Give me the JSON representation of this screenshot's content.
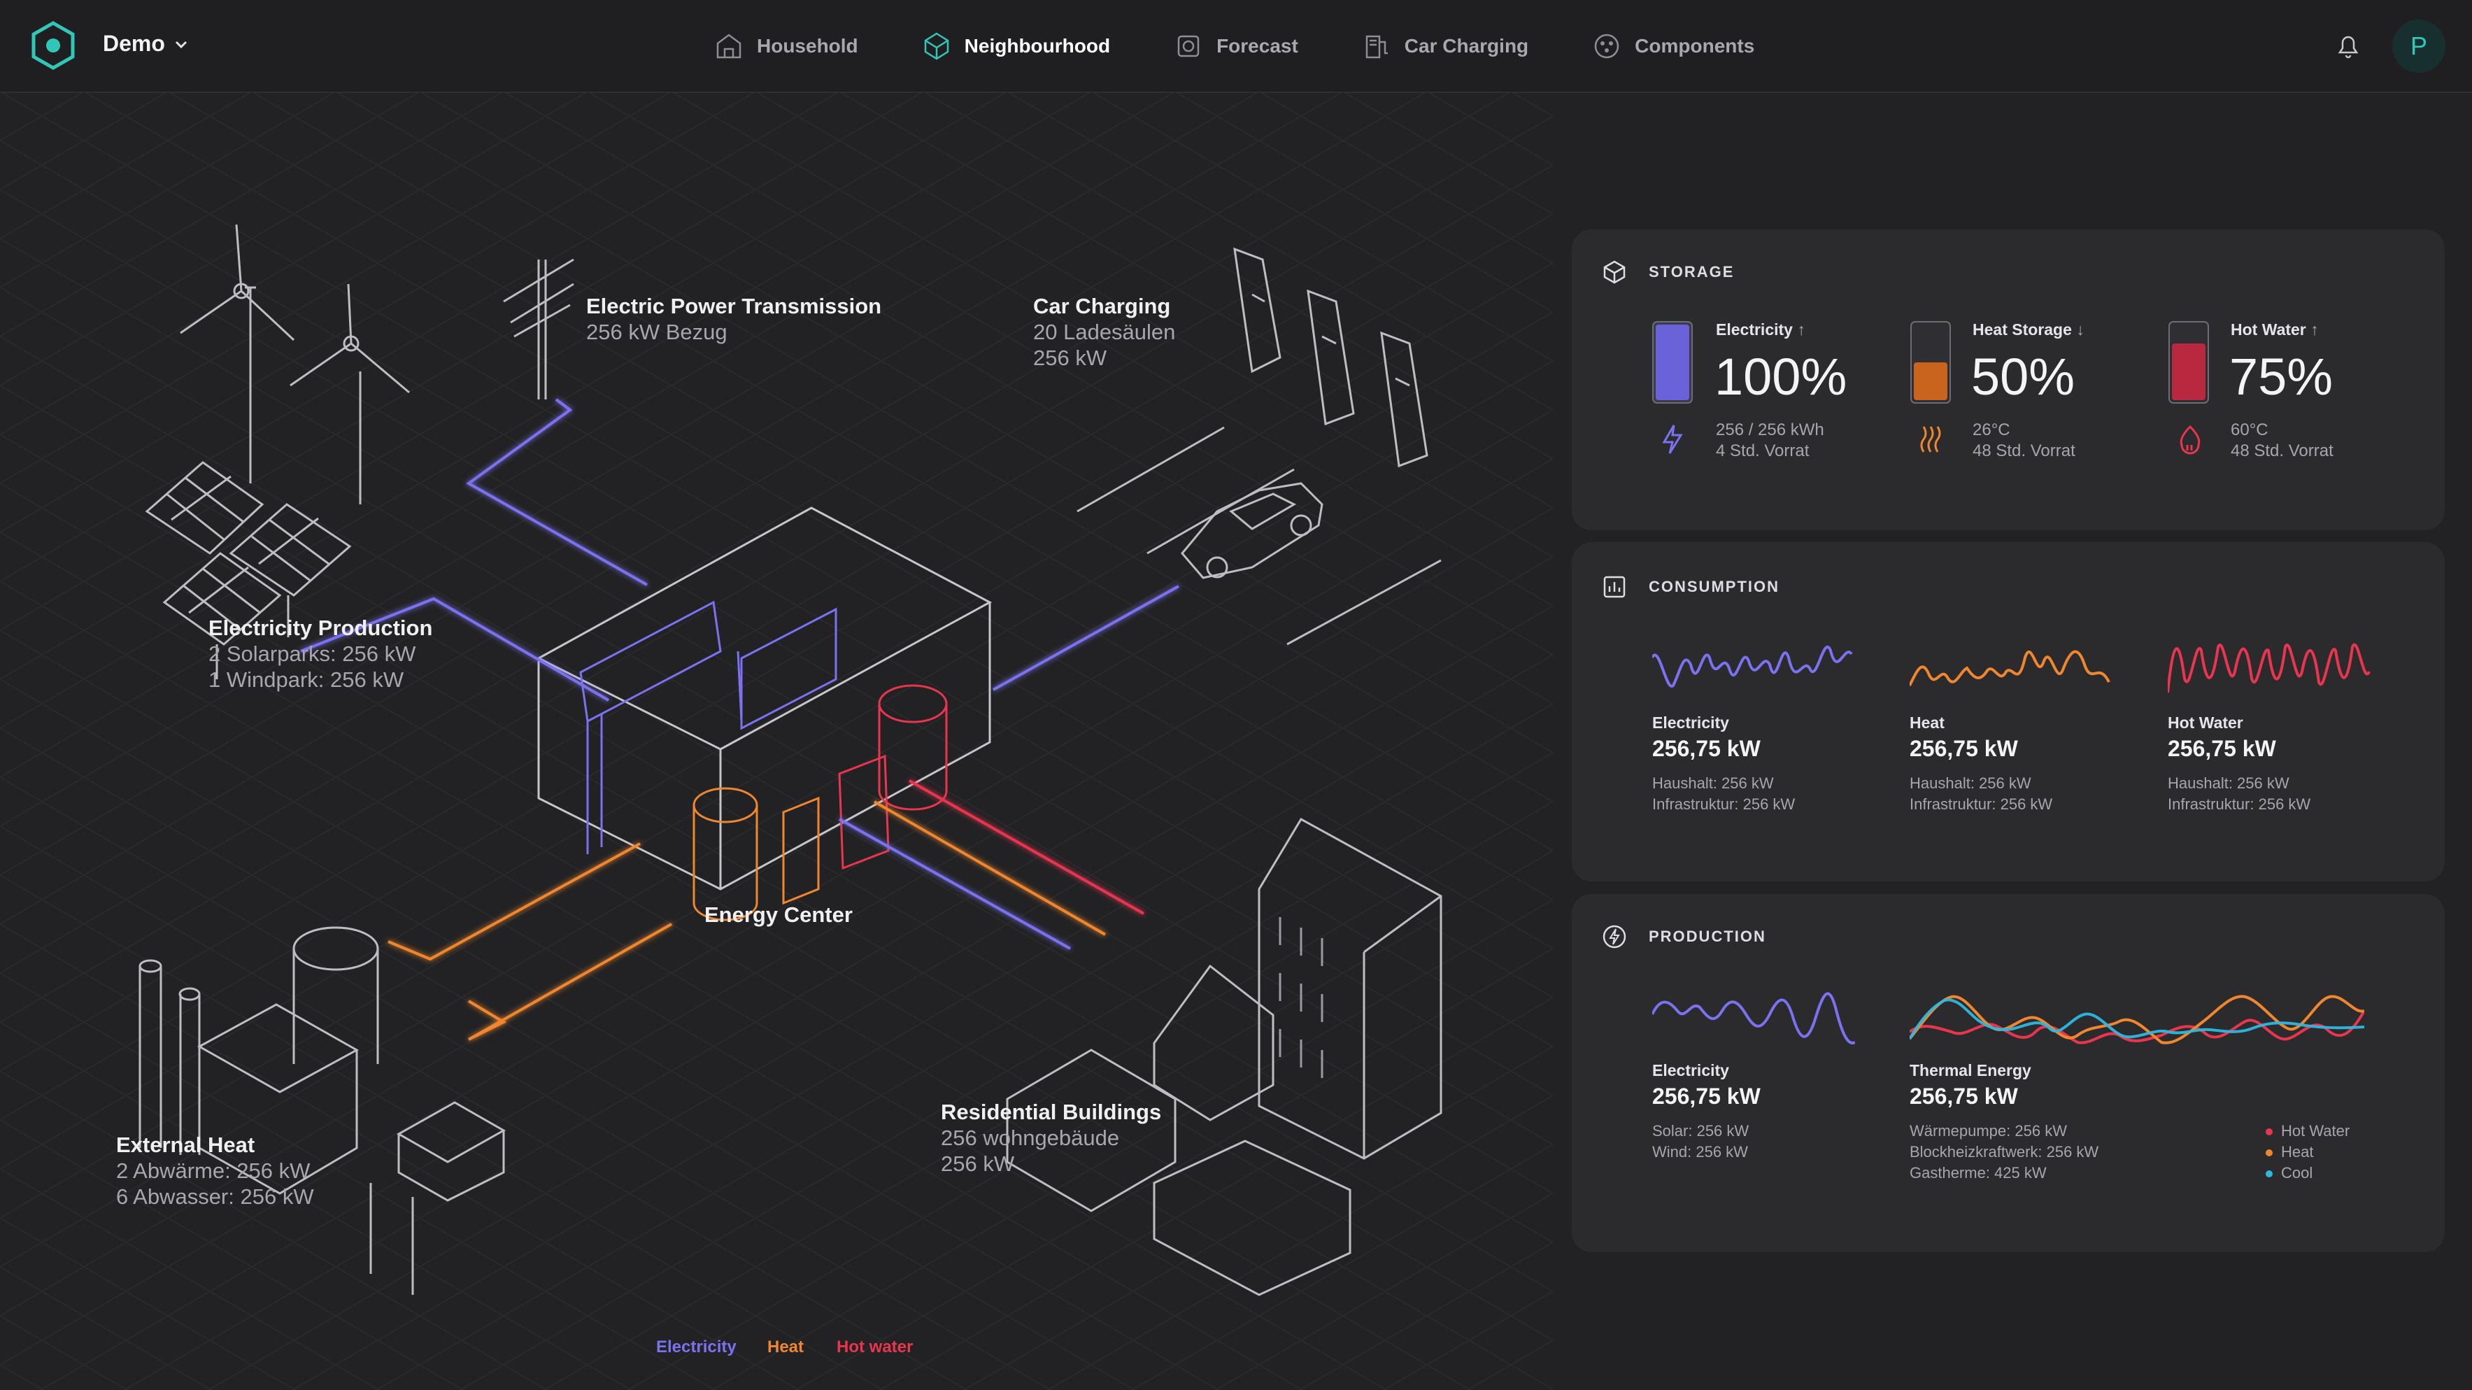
{
  "header": {
    "workspace": "Demo",
    "nav": [
      {
        "label": "Household",
        "icon": "house-icon",
        "active": false
      },
      {
        "label": "Neighbourhood",
        "icon": "neighbourhood-icon",
        "active": true
      },
      {
        "label": "Forecast",
        "icon": "forecast-icon",
        "active": false
      },
      {
        "label": "Car Charging",
        "icon": "car-charging-icon",
        "active": false
      },
      {
        "label": "Components",
        "icon": "components-icon",
        "active": false
      }
    ],
    "avatar_initial": "P"
  },
  "scene": {
    "electricity_production": {
      "title": "Electricity Production",
      "line1": "2 Solarparks: 256 kW",
      "line2": "1 Windpark: 256 kW"
    },
    "transmission": {
      "title": "Electric Power Transmission",
      "line1": "256 kW Bezug"
    },
    "car_charging": {
      "title": "Car Charging",
      "line1": "20 Ladesäulen",
      "line2": "256 kW"
    },
    "energy_center": {
      "title": "Energy Center"
    },
    "external_heat": {
      "title": "External Heat",
      "line1": "2 Abwärme: 256 kW",
      "line2": "6 Abwasser: 256 kW"
    },
    "residential": {
      "title": "Residential Buildings",
      "line1": "256 wohngebäude",
      "line2": "256 kW"
    }
  },
  "legend": {
    "electricity": "Electricity",
    "heat": "Heat",
    "hot_water": "Hot water"
  },
  "colors": {
    "electricity": "#7b72f0",
    "heat": "#f0862e",
    "hot_water": "#e8364f",
    "cool": "#2eb8e0",
    "accent": "#31c7b8"
  },
  "storage": {
    "title": "STORAGE",
    "items": [
      {
        "label": "Electricity",
        "trend": "up",
        "percent": "100%",
        "fill": 1.0,
        "detail1": "256 / 256 kWh",
        "detail2": "4 Std. Vorrat",
        "icon": "lightning-icon"
      },
      {
        "label": "Heat Storage",
        "trend": "down",
        "percent": "50%",
        "fill": 0.5,
        "detail1": "26°C",
        "detail2": "48 Std. Vorrat",
        "icon": "heat-waves-icon"
      },
      {
        "label": "Hot Water",
        "trend": "up",
        "percent": "75%",
        "fill": 0.75,
        "detail1": "60°C",
        "detail2": "48 Std. Vorrat",
        "icon": "hot-water-icon"
      }
    ]
  },
  "consumption": {
    "title": "CONSUMPTION",
    "items": [
      {
        "label": "Electricity",
        "value": "256,75 kW",
        "line1": "Haushalt: 256 kW",
        "line2": "Infrastruktur: 256 kW"
      },
      {
        "label": "Heat",
        "value": "256,75 kW",
        "line1": "Haushalt: 256 kW",
        "line2": "Infrastruktur: 256 kW"
      },
      {
        "label": "Hot Water",
        "value": "256,75 kW",
        "line1": "Haushalt: 256 kW",
        "line2": "Infrastruktur: 256 kW"
      }
    ]
  },
  "production": {
    "title": "PRODUCTION",
    "electricity": {
      "label": "Electricity",
      "value": "256,75 kW",
      "line1": "Solar: 256 kW",
      "line2": "Wind: 256 kW"
    },
    "thermal": {
      "label": "Thermal Energy",
      "value": "256,75 kW",
      "line1": "Wärmepumpe: 256 kW",
      "line2": "Blockheizkraftwerk: 256 kW",
      "line3": "Gastherme: 425 kW"
    },
    "legend": [
      "Hot Water",
      "Heat",
      "Cool"
    ]
  }
}
